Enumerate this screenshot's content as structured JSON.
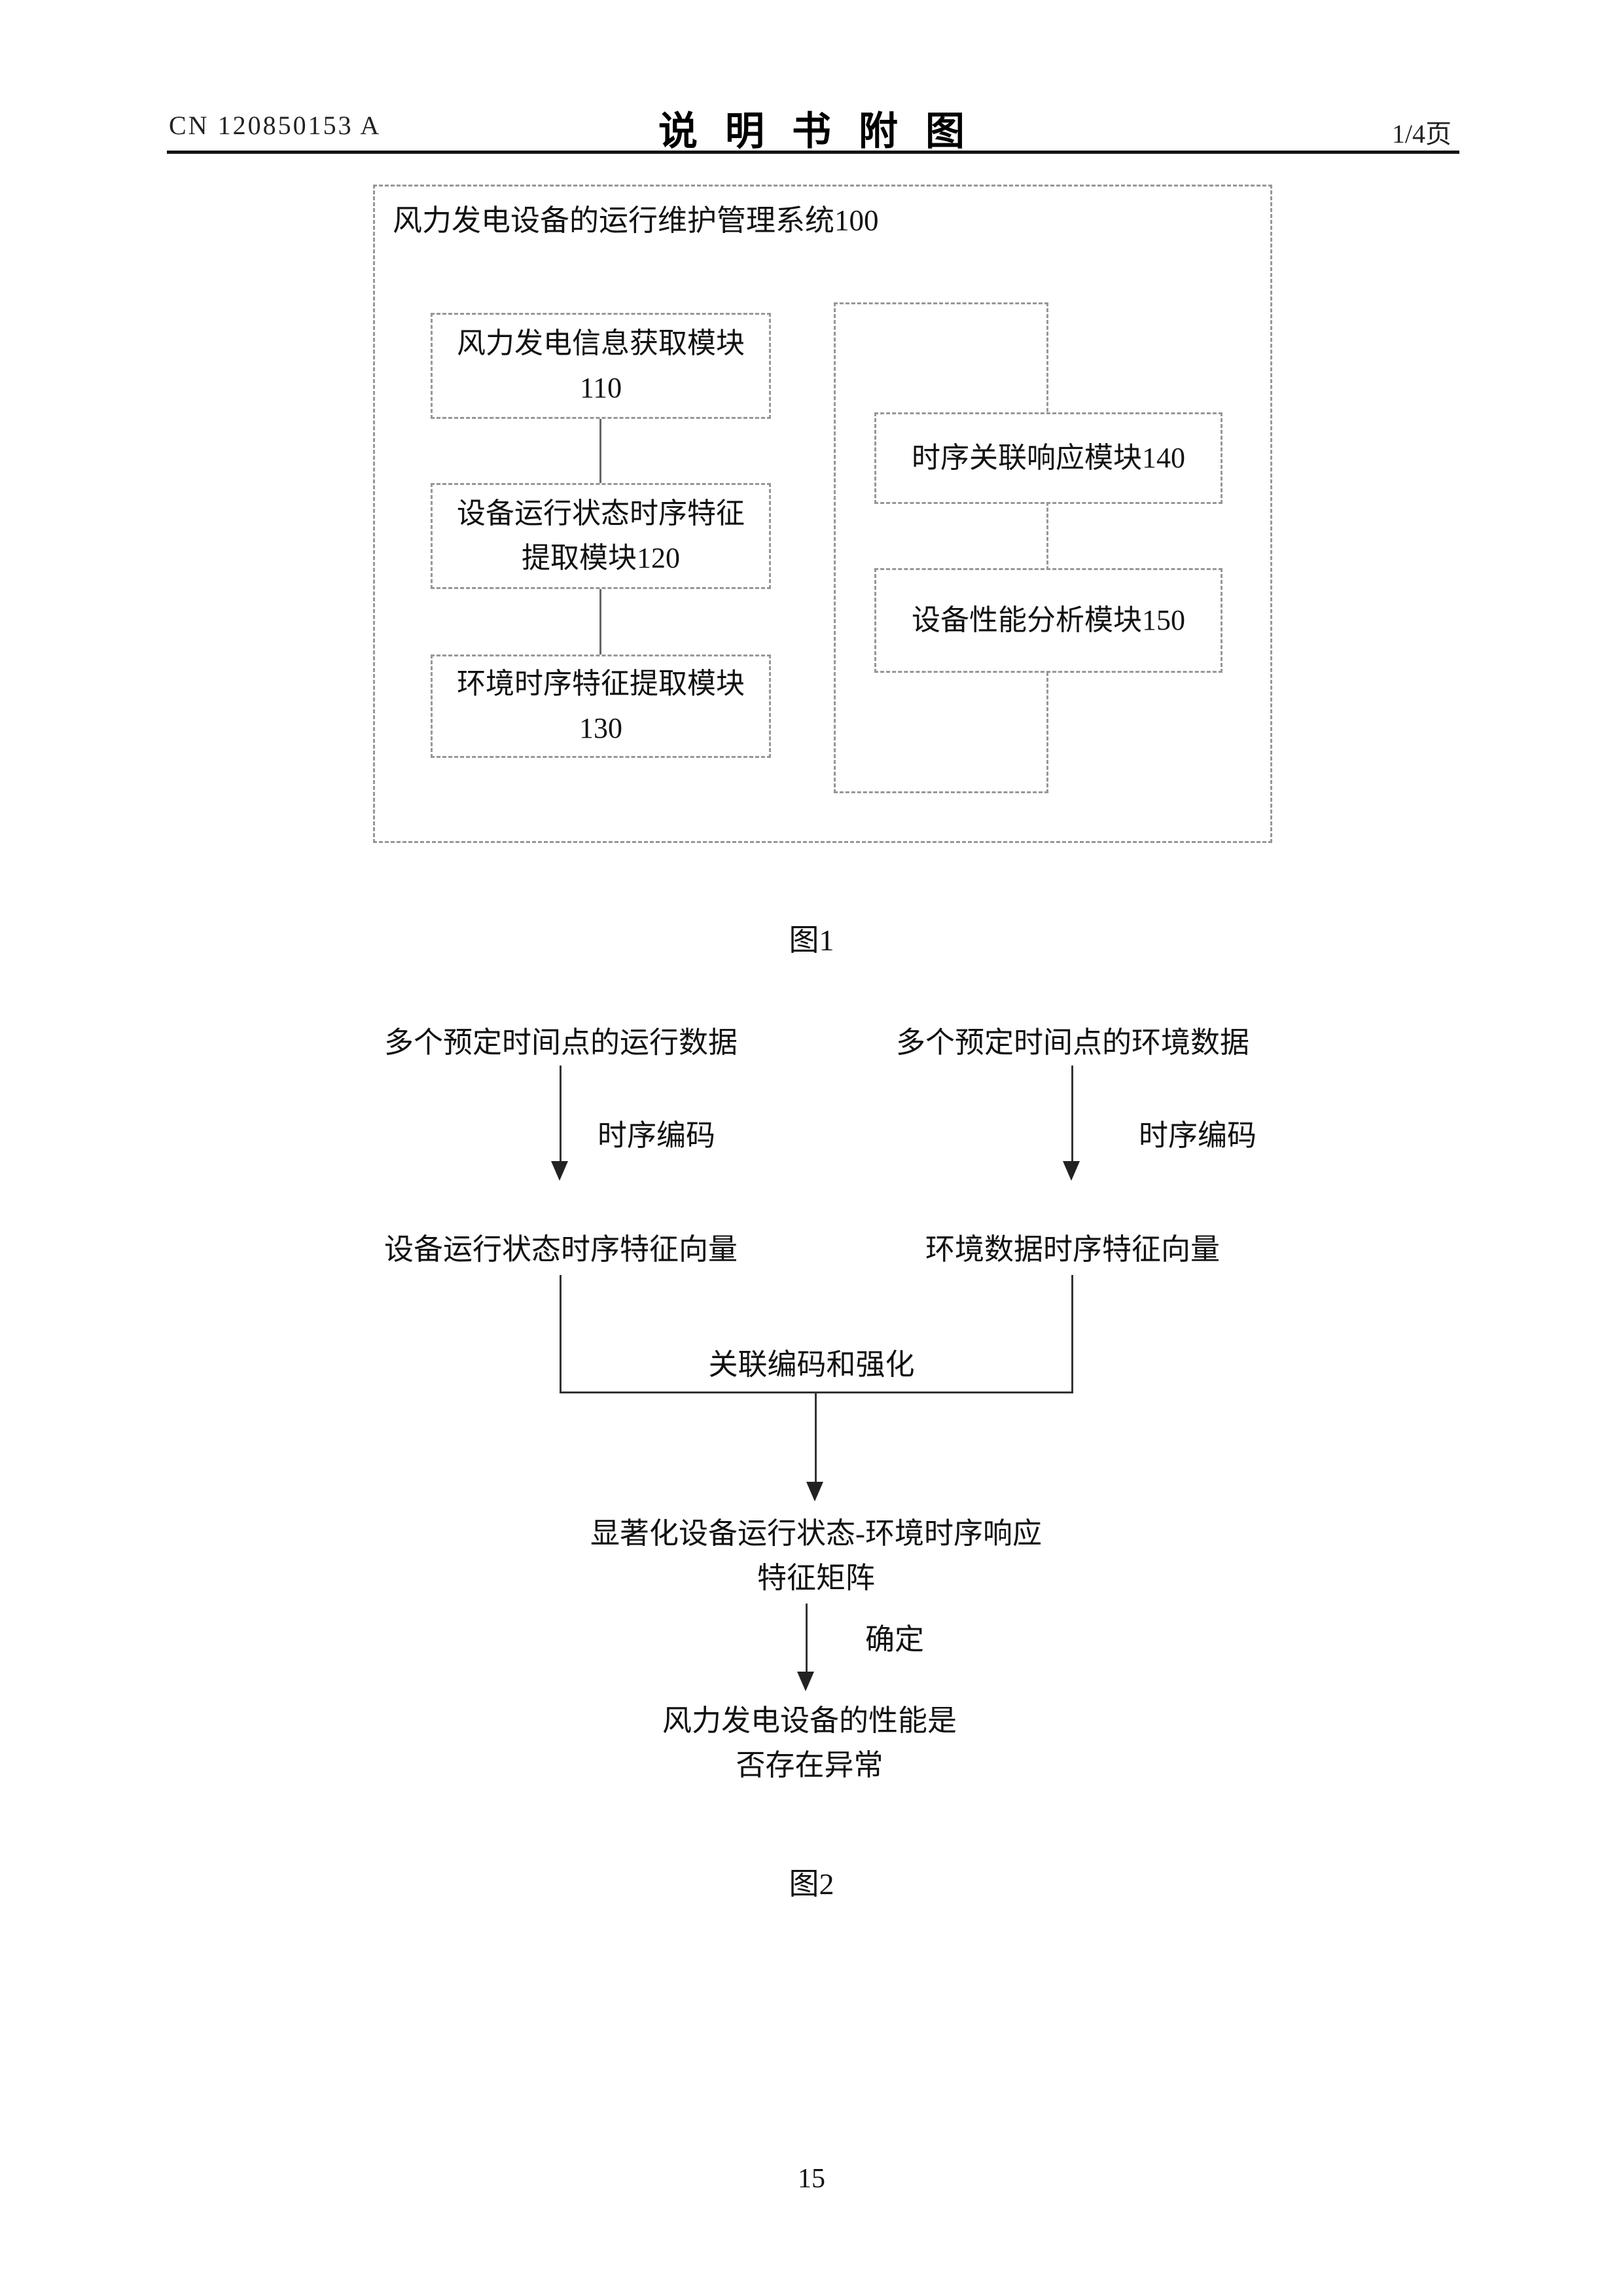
{
  "header": {
    "doc_number": "CN 120850153 A",
    "title": "说明书附图",
    "page_indicator": "1/4页"
  },
  "style": {
    "ink_color": "#111111",
    "dash_border_color": "#979797",
    "line_color": "#222222"
  },
  "figure1": {
    "caption": "图1",
    "system_label": "风力发电设备的运行维护管理系统100",
    "modules": {
      "m110": "风力发电信息获取模块110",
      "m120": "设备运行状态时序特征提取模块120",
      "m130": "环境时序特征提取模块130",
      "m140": "时序关联响应模块140",
      "m150": "设备性能分析模块150"
    }
  },
  "figure2": {
    "caption": "图2",
    "nodes": {
      "op_data": "多个预定时间点的运行数据",
      "env_data": "多个预定时间点的环境数据",
      "op_vector": "设备运行状态时序特征向量",
      "env_vector": "环境数据时序特征向量",
      "matrix": "显著化设备运行状态-环境时序响应特征矩阵",
      "result": "风力发电设备的性能是否存在异常"
    },
    "edge_labels": {
      "encode_left": "时序编码",
      "encode_right": "时序编码",
      "fuse": "关联编码和强化",
      "determine": "确定"
    }
  },
  "footer": {
    "page_number": "15"
  }
}
